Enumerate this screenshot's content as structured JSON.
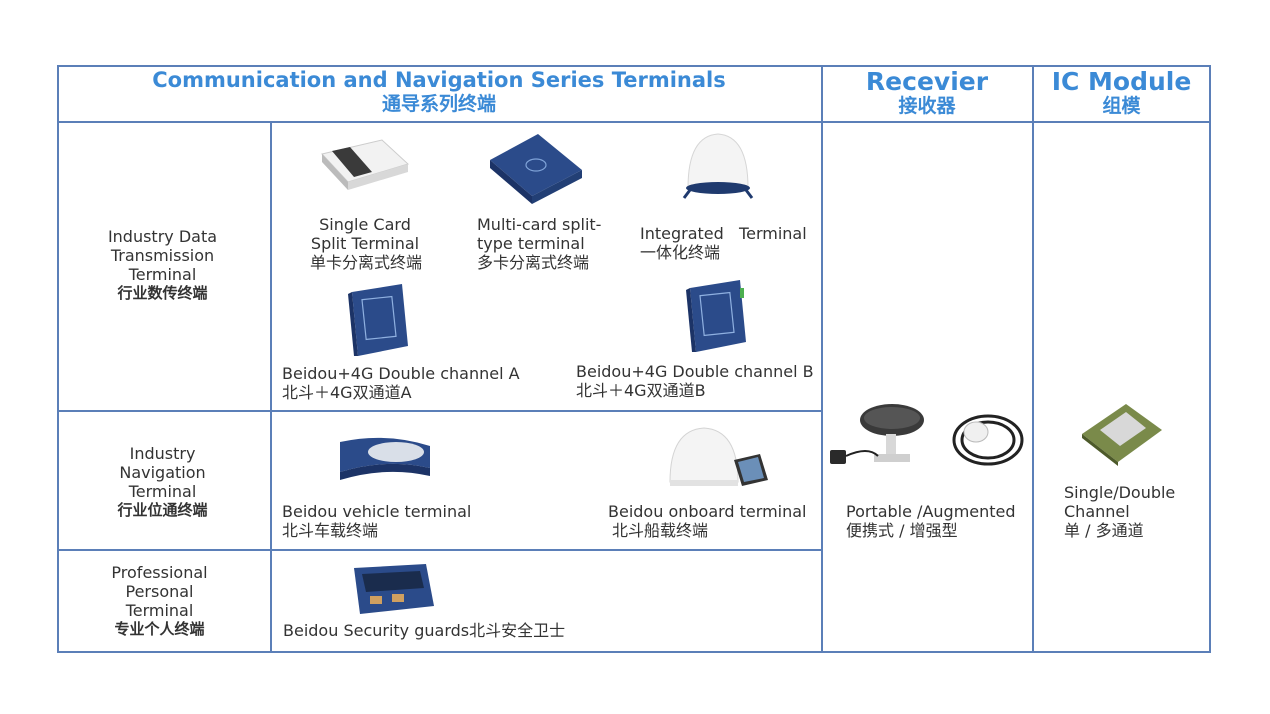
{
  "header": {
    "comm_en": "Communication and Navigation Series Terminals",
    "comm_zh": "通导系列终端",
    "recv_en": "Recevier",
    "recv_zh": "接收器",
    "ic_en": "IC Module",
    "ic_zh": "组模"
  },
  "rows": {
    "industry_data": {
      "en1": "Industry Data",
      "en2": "Transmission",
      "en3": "Terminal",
      "zh": "行业数传终端"
    },
    "industry_nav": {
      "en1": "Industry",
      "en2": "Navigation",
      "en3": "Terminal",
      "zh": "行业位通终端"
    },
    "professional": {
      "en1": "Professional",
      "en2": "Personal",
      "en3": "Terminal",
      "zh": "专业个人终端"
    }
  },
  "products": {
    "single_card": {
      "en1": "Single Card",
      "en2": "Split Terminal",
      "zh": "单卡分离式终端"
    },
    "multi_card": {
      "en1": "Multi-card split-",
      "en2": "type terminal",
      "zh": "多卡分离式终端"
    },
    "integrated": {
      "en": "Integrated   Terminal",
      "zh": "一体化终端"
    },
    "double_a": {
      "en": "Beidou+4G Double channel A",
      "zh": "北斗＋4G双通道A"
    },
    "double_b": {
      "en": "Beidou+4G Double channel B",
      "zh": "北斗＋4G双通道B"
    },
    "vehicle": {
      "en": "Beidou vehicle terminal",
      "zh": "北斗车载终端"
    },
    "onboard": {
      "en": "Beidou onboard terminal",
      "zh": "北斗船载终端"
    },
    "security": {
      "en": "Beidou Security guards北斗安全卫士"
    },
    "receiver": {
      "en": "Portable /Augmented",
      "zh": "便携式 / 增强型"
    },
    "module": {
      "en1": "Single/Double",
      "en2": "Channel",
      "zh": "单 / 多通道"
    }
  },
  "colors": {
    "header_blue": "#3b8ad6",
    "grid": "#5b7fb8",
    "device_navy": "#2b4b8a"
  }
}
